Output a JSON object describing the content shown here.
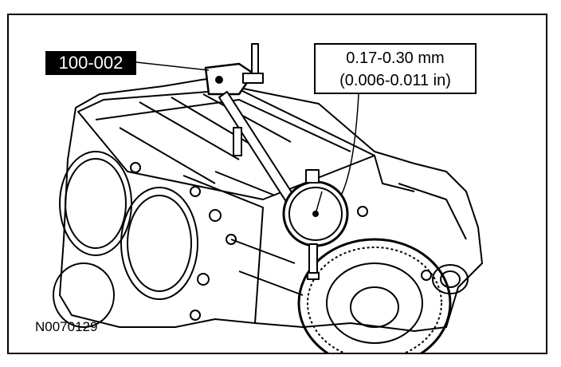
{
  "tool_label": "100-002",
  "spec": {
    "metric": "0.17-0.30 mm",
    "imperial": "(0.006-0.011 in)"
  },
  "figure_id": "N0070129"
}
